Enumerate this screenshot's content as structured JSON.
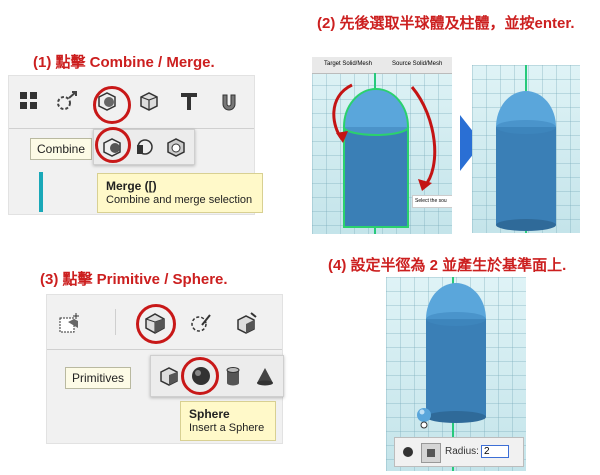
{
  "steps": [
    {
      "title": "(1) 點擊 Combine / Merge."
    },
    {
      "title": "(2) 先後選取半球體及柱體，並按enter."
    },
    {
      "title": "(3) 點擊 Primitive / Sphere."
    },
    {
      "title": "(4) 設定半徑為 2 並產生於基準面上."
    }
  ],
  "panel1": {
    "group_label": "Combine",
    "tooltip_title": "Merge ([)",
    "tooltip_desc": "Combine and merge selection",
    "toolbar_icons": [
      "pattern-icon",
      "transform-icon",
      "combine-icon",
      "measure-icon",
      "text-icon",
      "snap-magnet-icon"
    ],
    "flyout_icons": [
      "merge-icon",
      "subtract-icon",
      "intersect-icon"
    ]
  },
  "panel2": {
    "target_label": "Target Solid/Mesh",
    "source_label": "Source Solid/Mesh",
    "hint_text": "Select the sou"
  },
  "panel3": {
    "group_label": "Primitives",
    "tooltip_title": "Sphere",
    "tooltip_desc": "Insert a Sphere",
    "toolbar_icons": [
      "new-solid-icon",
      "primitive-icon",
      "sketch-icon",
      "construct-icon"
    ],
    "flyout_icons": [
      "box-icon",
      "sphere-icon",
      "cylinder-icon",
      "cone-icon"
    ]
  },
  "panel4": {
    "radius_label": "Radius:",
    "radius_value": "2"
  },
  "colors": {
    "accent_red": "#cc1f1f",
    "object_blue": "#3a86c4",
    "selection_green": "#2bd16e"
  }
}
